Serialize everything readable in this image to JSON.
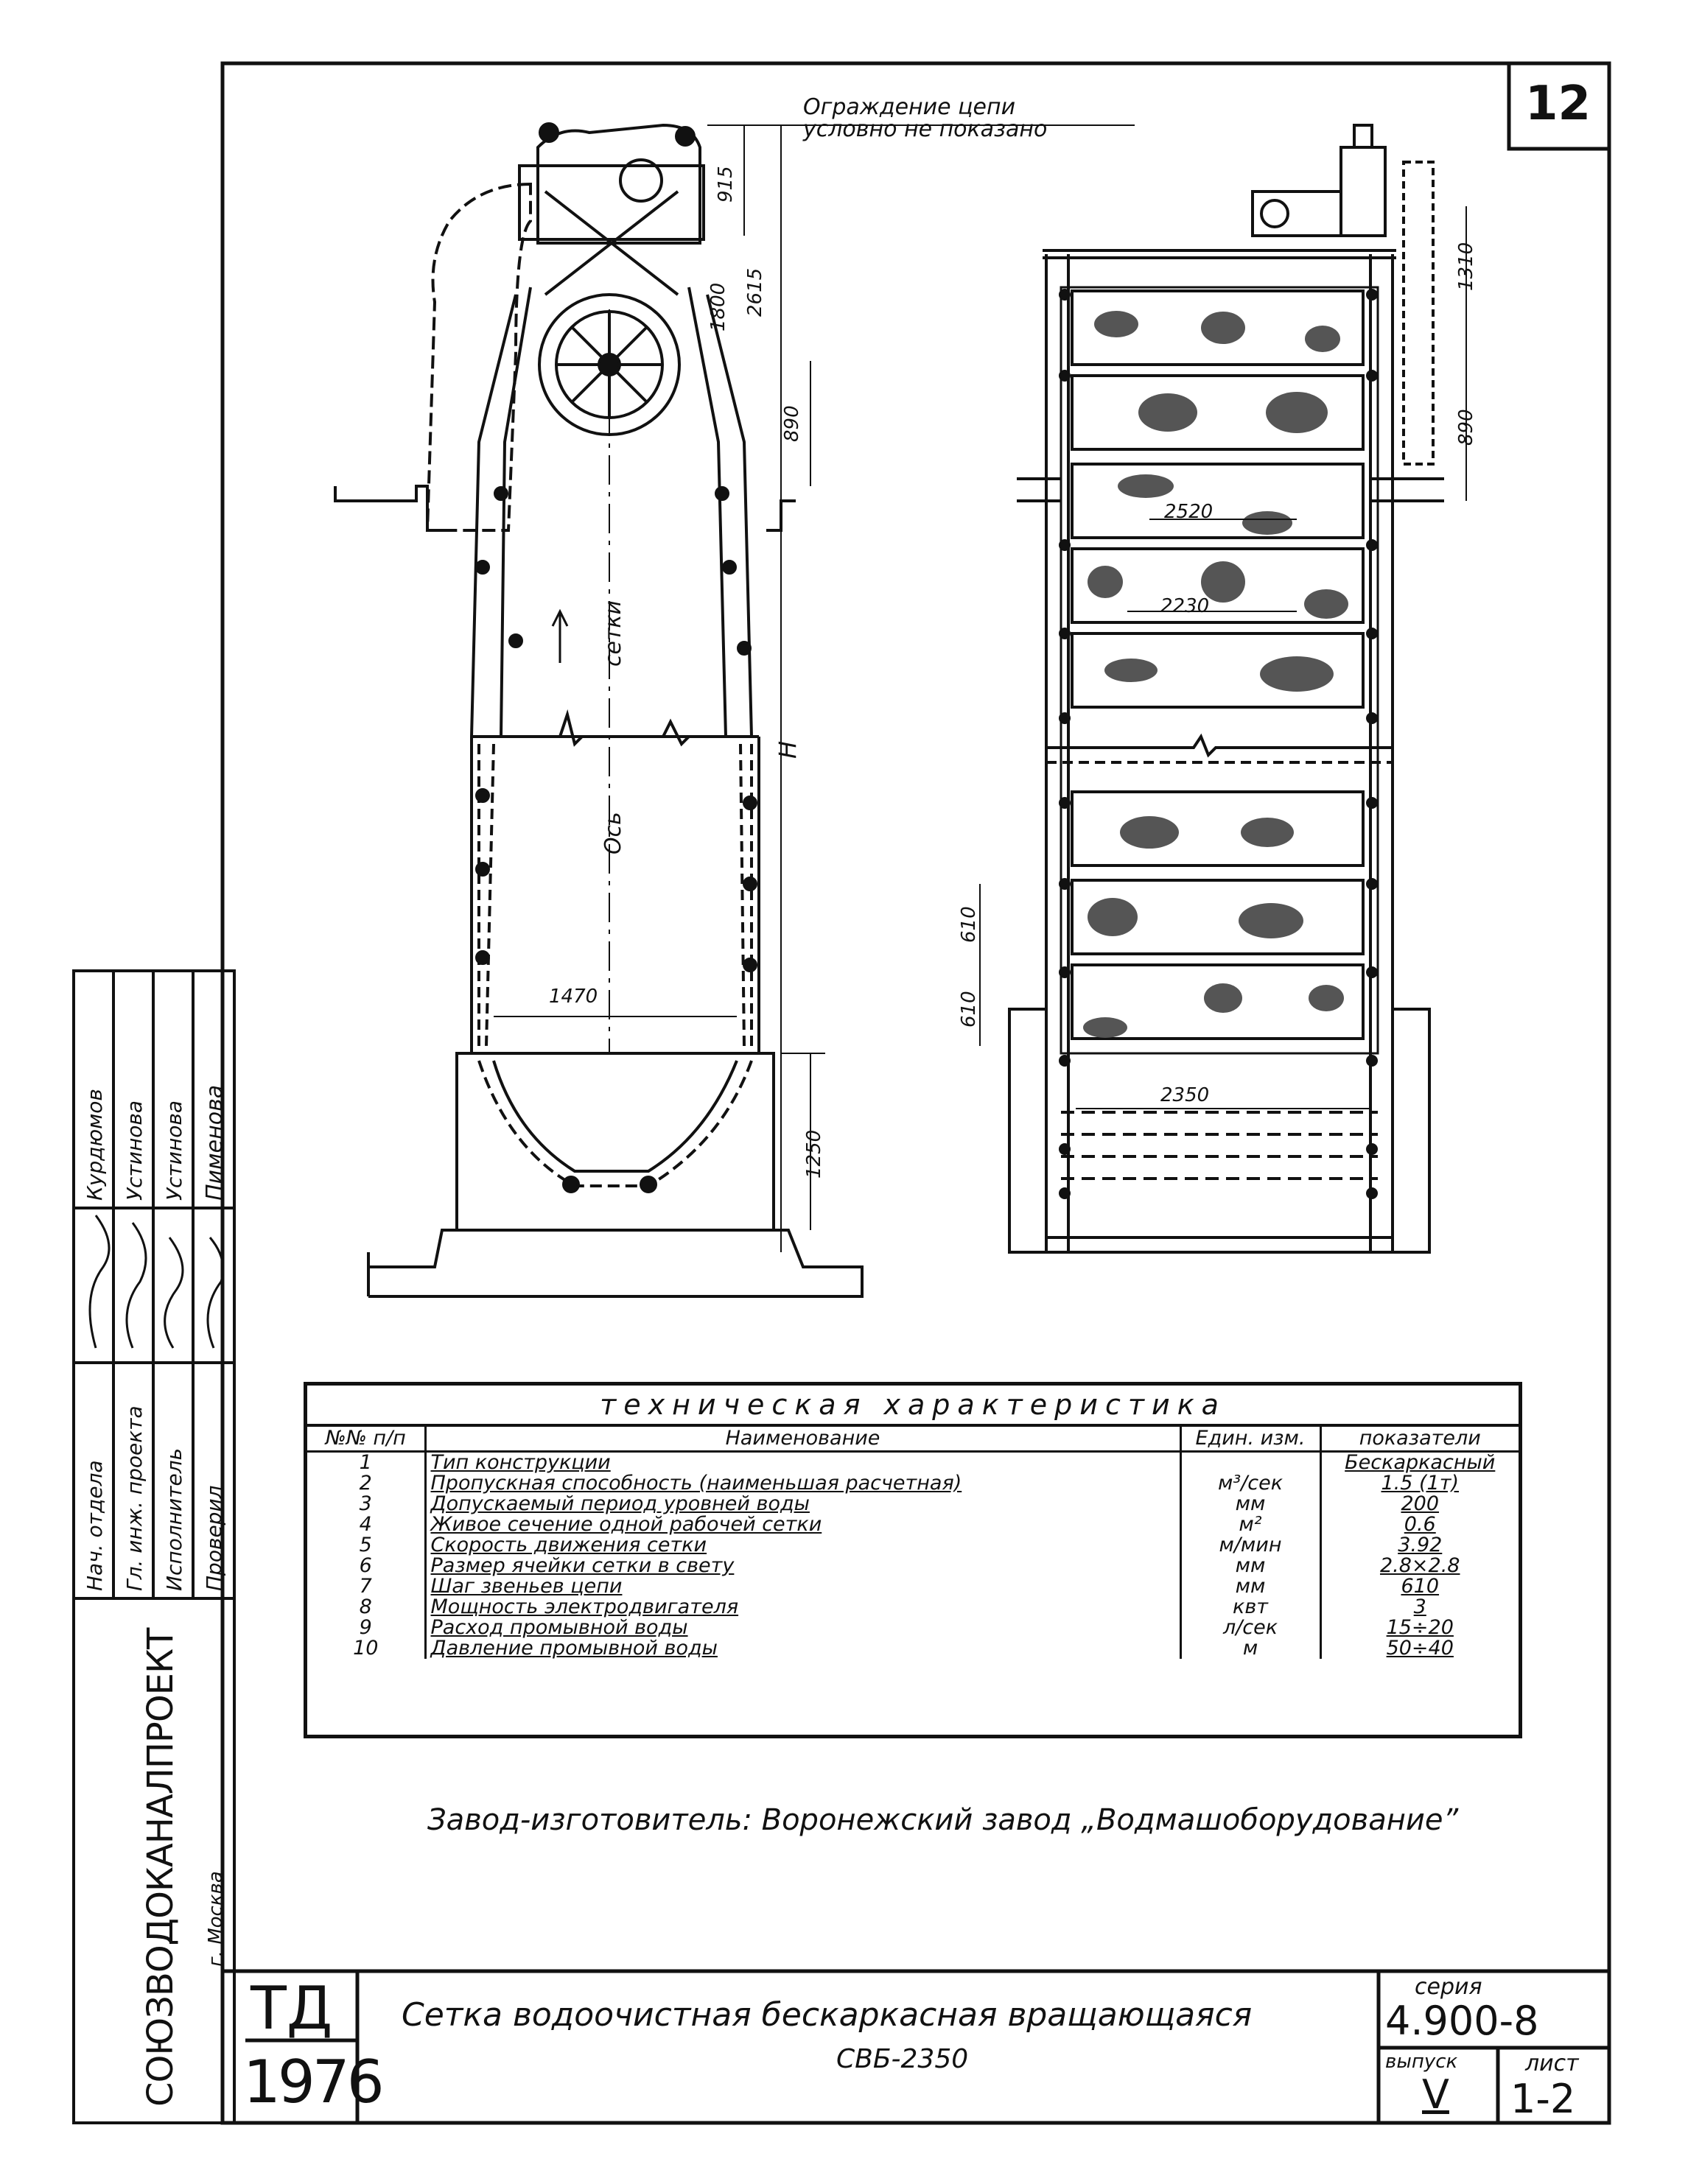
{
  "sheet_number": "12",
  "drawing_notes": {
    "chain_guard_line1": "Ограждение цепи",
    "chain_guard_line2": "условно не показано",
    "side_view": {
      "dim_915": "915",
      "dim_1800": "1800",
      "dim_2615": "2615",
      "dim_890": "890",
      "mesh_label": "сетки",
      "axis_label": "Ось",
      "height_label": "H",
      "width_1470": "1470",
      "dim_1250": "1250"
    },
    "front_view": {
      "dim_1310": "1310",
      "dim_890": "890",
      "dim_2520": "2520",
      "dim_2230": "2230",
      "dim_610_a": "610",
      "dim_610_b": "610",
      "dim_2350": "2350"
    }
  },
  "spec_table": {
    "title": "техническая характеристика",
    "headers": {
      "num": "№№ п/п",
      "name": "Наименование",
      "unit": "Един. изм.",
      "value": "показатели"
    },
    "rows": [
      {
        "num": "1",
        "name": "Тип конструкции",
        "unit": "",
        "value": "Бескаркасный"
      },
      {
        "num": "2",
        "name": "Пропускная способность (наименьшая расчетная)",
        "unit": "м³/сек",
        "value": "1.5 (1т)"
      },
      {
        "num": "3",
        "name": "Допускаемый период уровней воды",
        "unit": "мм",
        "value": "200"
      },
      {
        "num": "4",
        "name": "Живое сечение одной рабочей сетки",
        "unit": "м²",
        "value": "0.6"
      },
      {
        "num": "5",
        "name": "Скорость движения сетки",
        "unit": "м/мин",
        "value": "3.92"
      },
      {
        "num": "6",
        "name": "Размер ячейки сетки в свету",
        "unit": "мм",
        "value": "2.8×2.8"
      },
      {
        "num": "7",
        "name": "Шаг звеньев цепи",
        "unit": "мм",
        "value": "610"
      },
      {
        "num": "8",
        "name": "Мощность электродвигателя",
        "unit": "квт",
        "value": "3"
      },
      {
        "num": "9",
        "name": "Расход промывной воды",
        "unit": "л/сек",
        "value": "15÷20"
      },
      {
        "num": "10",
        "name": "Давление промывной воды",
        "unit": "м",
        "value": "50÷40"
      }
    ]
  },
  "manufacturer_note": "Завод-изготовитель: Воронежский завод „Водмашоборудование”",
  "signatures": {
    "roles": [
      "Нач. отдела",
      "Гл. инж. проекта",
      "Исполнитель",
      "Проверил"
    ],
    "names": [
      "Курдюмов",
      "Устинова",
      "Устинова",
      "Пименова"
    ]
  },
  "organization": "СОЮЗВОДОКАНАЛПРОЕКТ",
  "city": "г. Москва",
  "title_block": {
    "code": "ТД",
    "year": "1976",
    "title_line1": "Сетка водоочистная бескаркасная вращающаяся",
    "title_line2": "СВБ-2350",
    "series_label": "серия",
    "series_value": "4.900-8",
    "issue_label": "выпуск",
    "issue_value": "V",
    "sheet_label": "лист",
    "sheet_value": "1-2"
  }
}
